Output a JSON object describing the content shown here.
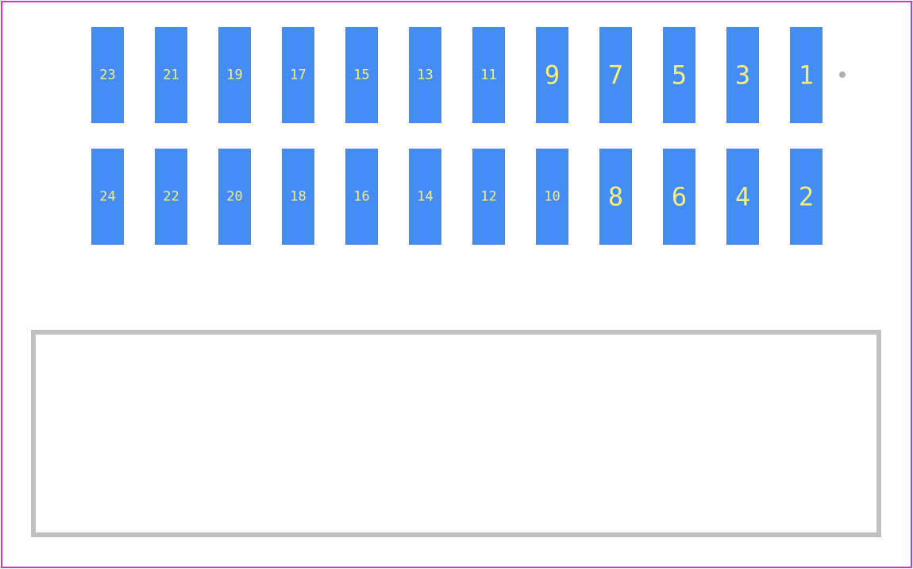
{
  "footprint": {
    "colors": {
      "background": "#ffffff",
      "courtyard": "#d42ed4",
      "pad": "#458cf7",
      "pad_label": "#f5f07a",
      "silkscreen": "#c0c0c0",
      "pin1_marker": "#b0b0b0"
    },
    "pin_count": 24,
    "columns": 12,
    "rows": 2,
    "top_row_pads": [
      "23",
      "21",
      "19",
      "17",
      "15",
      "13",
      "11",
      "9",
      "7",
      "5",
      "3",
      "1"
    ],
    "bottom_row_pads": [
      "24",
      "22",
      "20",
      "18",
      "16",
      "14",
      "12",
      "10",
      "8",
      "6",
      "4",
      "2"
    ],
    "pin1_marker_icon": "pin1-dot-icon",
    "body_outline_icon": "silkscreen-outline-icon"
  }
}
